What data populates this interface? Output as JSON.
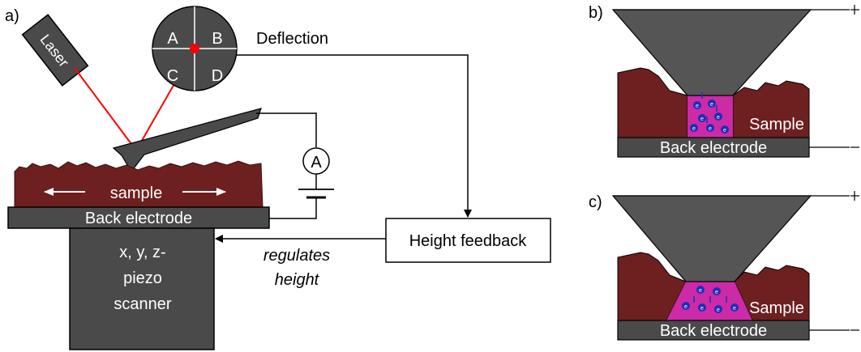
{
  "panels": {
    "a": {
      "letter": "a)",
      "laser_label": "Laser",
      "detector_quadrants": [
        "A",
        "B",
        "C",
        "D"
      ],
      "deflection_label": "Deflection",
      "ammeter_label": "A",
      "sample_label": "sample",
      "electrode_label": "Back electrode",
      "scanner_lines": [
        "x, y, z-",
        "piezo",
        "scanner"
      ],
      "regulates_lines": [
        "regulates",
        "height"
      ],
      "feedback_label": "Height feedback"
    },
    "b": {
      "letter": "b)",
      "sample_label": "Sample",
      "electrode_label": "Back electrode",
      "electron_label": "e",
      "electron_sup": "-"
    },
    "c": {
      "letter": "c)",
      "sample_label": "Sample",
      "electrode_label": "Back electrode",
      "electron_label": "e",
      "electron_sup": "-"
    }
  },
  "colors": {
    "sample": "#6e1f1f",
    "dark_gray": "#4a4a4a",
    "laser": "#ff0000",
    "conduction": "#cc2aa6",
    "electron": "#1c2fb8"
  }
}
